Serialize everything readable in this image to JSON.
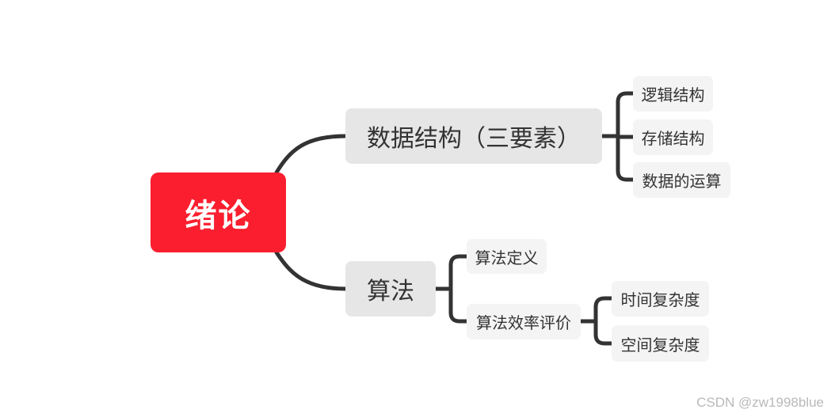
{
  "root": {
    "label": "绪论",
    "color": "#fa1e2e"
  },
  "branches": [
    {
      "label": "数据结构（三要素）",
      "children": [
        {
          "label": "逻辑结构"
        },
        {
          "label": "存储结构"
        },
        {
          "label": "数据的运算"
        }
      ]
    },
    {
      "label": "算法",
      "children": [
        {
          "label": "算法定义"
        },
        {
          "label": "算法效率评价",
          "children": [
            {
              "label": "时间复杂度"
            },
            {
              "label": "空间复杂度"
            }
          ]
        }
      ]
    }
  ],
  "watermark": "CSDN @zw1998blue",
  "colors": {
    "root_fill": "#fa1e2e",
    "main_fill": "#e6e6e6",
    "sub_fill": "#f4f4f4",
    "line": "#333333"
  }
}
